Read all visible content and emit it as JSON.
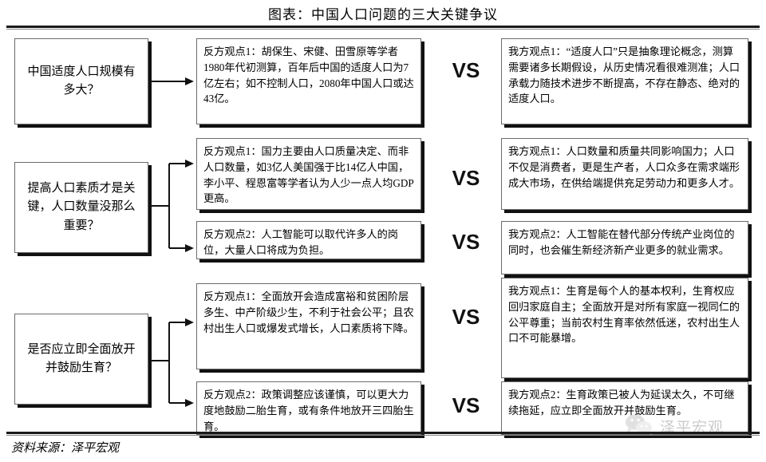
{
  "title": "图表：中国人口问题的三大关键争议",
  "source": "资料来源：泽平宏观",
  "vs_label": "VS",
  "watermark": {
    "text": "泽平宏观",
    "icon": "wechat-icon"
  },
  "questions": [
    {
      "id": "q1",
      "text": "中国适度人口规模有多大？"
    },
    {
      "id": "q2",
      "text": "提高人口素质才是关键，人口数量没那么重要？"
    },
    {
      "id": "q3",
      "text": "是否应立即全面放开并鼓励生育？"
    }
  ],
  "rows": [
    {
      "con": "反方观点1：胡保生、宋健、田雪原等学者1980年代初测算，百年后中国的适度人口为7亿左右；如不控制人口，2080年中国人口或达43亿。",
      "pro": "我方观点1：“适度人口”只是抽象理论概念，测算需要诸多长期假设，从历史情况看很难测准；人口承载力随技术进步不断提高，不存在静态、绝对的适度人口。"
    },
    {
      "con": "反方观点1：国力主要由人口质量决定、而非人口数量，如3亿人美国强于比14亿人中国，李小平、程恩富等学者认为人少一点人均GDP更高。",
      "pro": "我方观点1：人口数量和质量共同影响国力；人口不仅是消费者，更是生产者，人口众多在需求端形成大市场，在供给端提供充足劳动力和更多人才。"
    },
    {
      "con": "反方观点2：人工智能可以取代许多人的岗位，大量人口将成为负担。",
      "pro": "我方观点2：人工智能在替代部分传统产业岗位的同时，也会催生新经济新产业更多的就业需求。"
    },
    {
      "con": "反方观点1：全面放开会造成富裕和贫困阶层多生、中产阶级少生，不利于社会公平；且农村出生人口或爆发式增长，人口素质将下降。",
      "pro": "我方观点1：生育是每个人的基本权利，生育权应回归家庭自主；全面放开是对所有家庭一视同仁的公平尊重；当前农村生育率依然低迷，农村出生人口不可能暴增。"
    },
    {
      "con": "反方观点2：政策调整应该谨慎，可以更大力度地鼓励二胎生育，或有条件地放开三四胎生育。",
      "pro": "我方观点2：生育政策已被人为延误太久，不可继续拖延，应立即全面放开并鼓励生育。"
    }
  ]
}
